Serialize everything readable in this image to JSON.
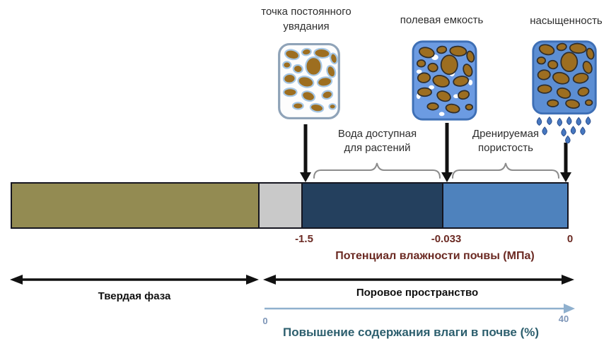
{
  "diagram": {
    "title_labels": {
      "wilting_point": "точка постоянного увядания",
      "field_capacity": "полевая емкость",
      "saturation": "насыщенность"
    },
    "region_labels": {
      "plant_available_water": "Вода доступная для растений",
      "drainable_porosity": "Дренируемая пористость"
    },
    "potential_axis": {
      "tick_wilting": "-1.5",
      "tick_field": "-0.033",
      "tick_zero": "0",
      "title": "Потенциал влажности почвы (МПа)",
      "text_color": "#6B2A23"
    },
    "phase_axis": {
      "solid_phase": "Твердая фаза",
      "pore_space": "Поровое пространство"
    },
    "moisture_axis": {
      "min": "0",
      "max": "40",
      "title": "Повышение содержания влаги в почве (%)",
      "title_color": "#2D5F6E",
      "arrow_color": "#8FB0CE"
    },
    "bar": {
      "segments": [
        {
          "name": "solid-phase",
          "color": "#938B52"
        },
        {
          "name": "unavailable-water",
          "color": "#C9C9C9"
        },
        {
          "name": "plant-available-water",
          "color": "#24405E"
        },
        {
          "name": "drainable-porosity",
          "color": "#4E82BD"
        }
      ]
    }
  }
}
